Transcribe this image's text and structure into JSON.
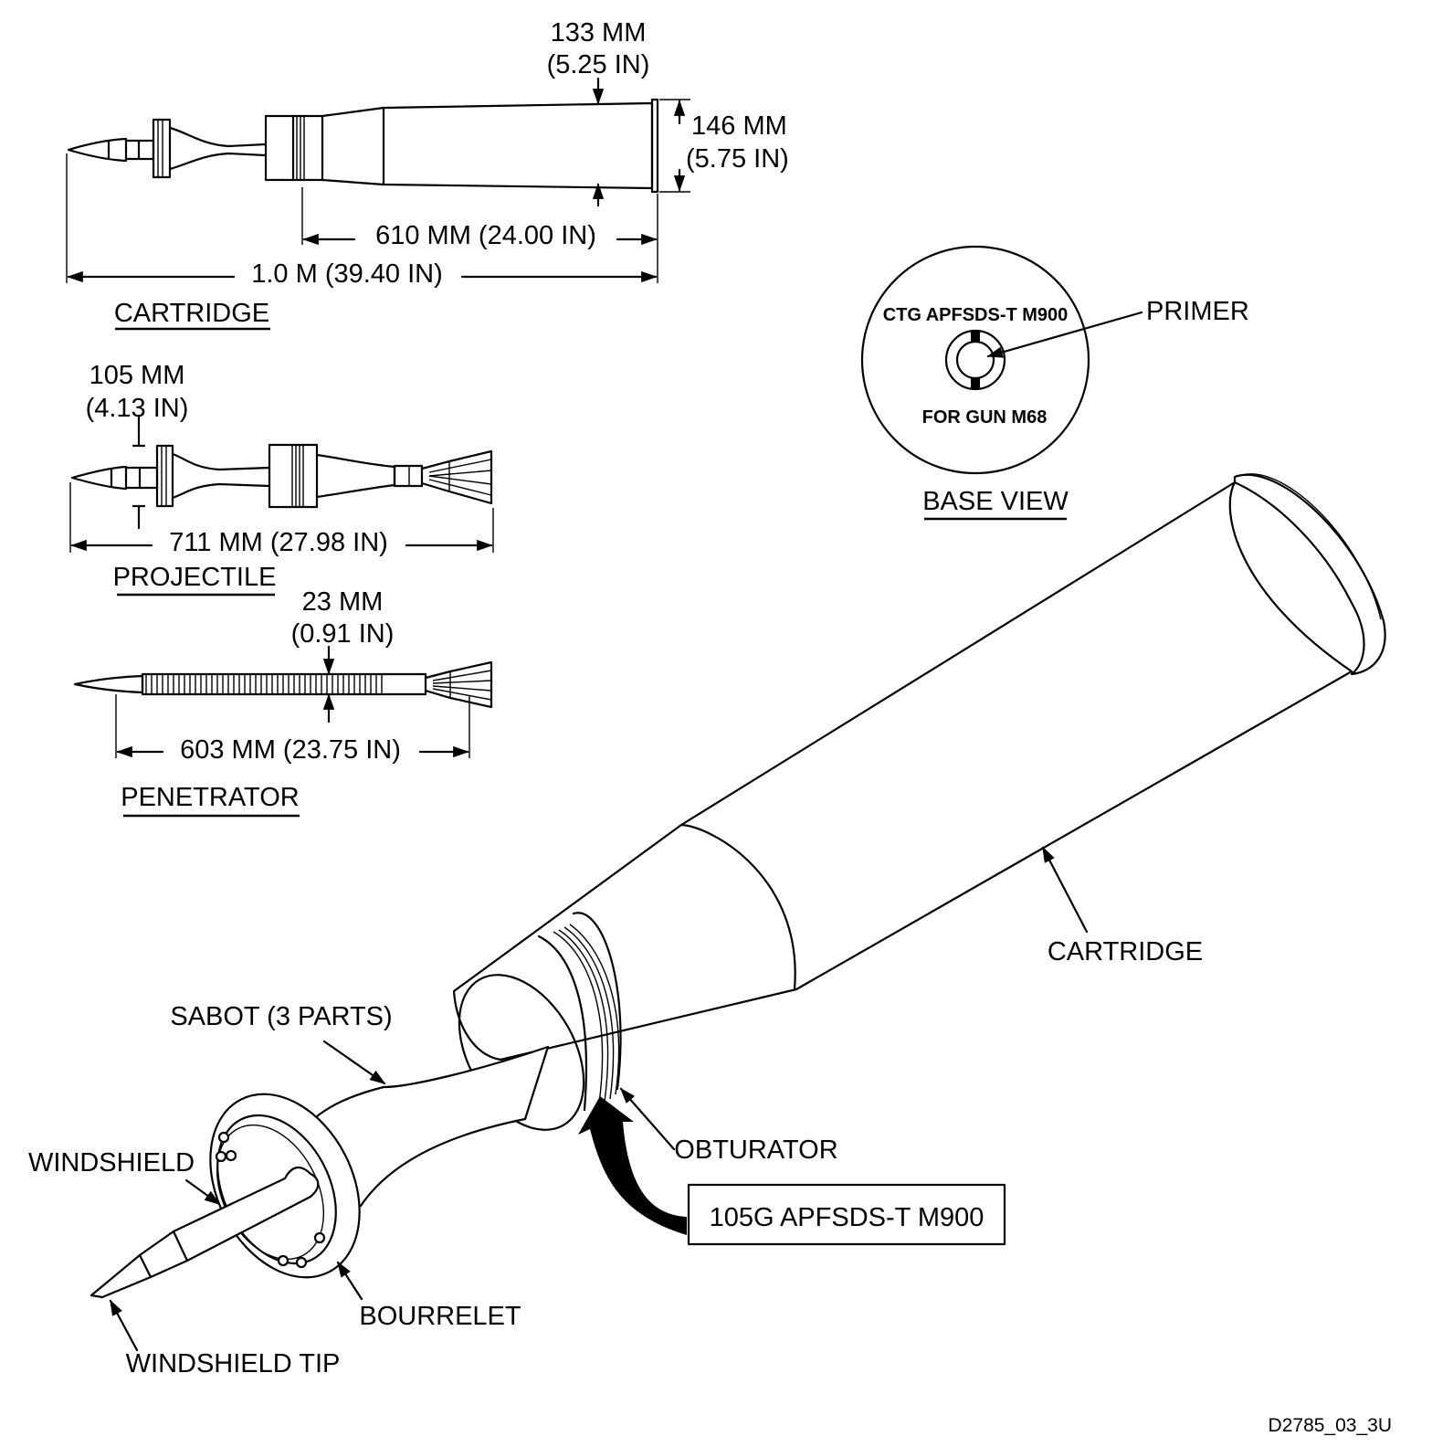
{
  "labels": {
    "cartridge_diameter_mm": "133 MM",
    "cartridge_diameter_in": "(5.25 IN)",
    "rim_diameter_mm": "146 MM",
    "rim_diameter_in": "(5.75 IN)",
    "case_length": "610 MM (24.00 IN)",
    "total_length": "1.0 M (39.40 IN)",
    "cartridge_title": "CARTRIDGE",
    "projectile_diameter_mm": "105 MM",
    "projectile_diameter_in": "(4.13 IN)",
    "projectile_length": "711 MM (27.98 IN)",
    "projectile_title": "PROJECTILE",
    "penetrator_diameter_mm": "23 MM",
    "penetrator_diameter_in": "(0.91 IN)",
    "penetrator_length": "603 MM (23.75 IN)",
    "penetrator_title": "PENETRATOR",
    "base_marking_top": "CTG APFSDS-T M900",
    "base_marking_bottom": "FOR GUN M68",
    "primer": "PRIMER",
    "base_view_title": "BASE VIEW",
    "cartridge_callout": "CARTRIDGE",
    "sabot": "SABOT (3 PARTS)",
    "windshield": "WINDSHIELD",
    "obturator": "OBTURATOR",
    "designation": "105G APFSDS-T M900",
    "bourrelet": "BOURRELET",
    "windshield_tip": "WINDSHIELD TIP",
    "drawing_number": "D2785_03_3U"
  }
}
